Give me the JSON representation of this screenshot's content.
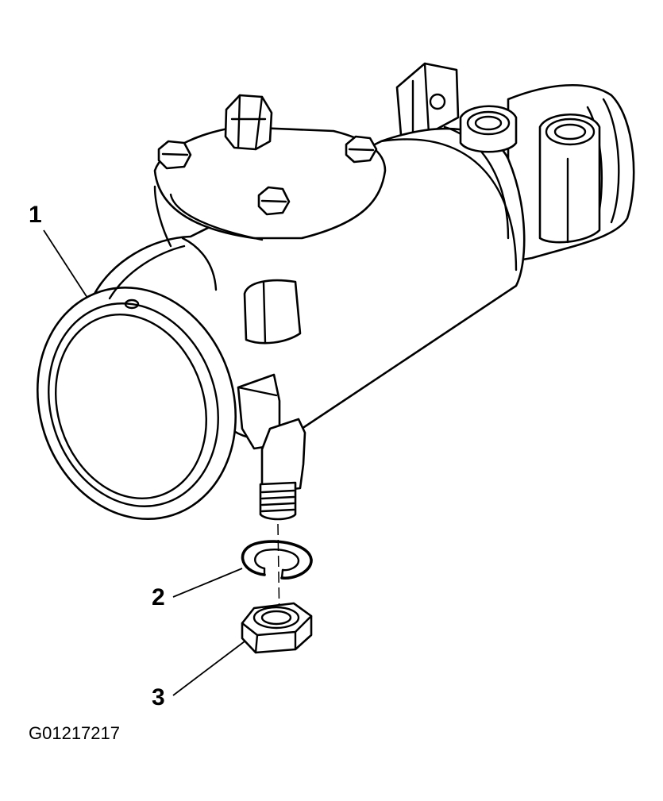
{
  "callouts": {
    "housing": "1",
    "snap_ring": "2",
    "nut": "3"
  },
  "figure_id": "G01217217"
}
